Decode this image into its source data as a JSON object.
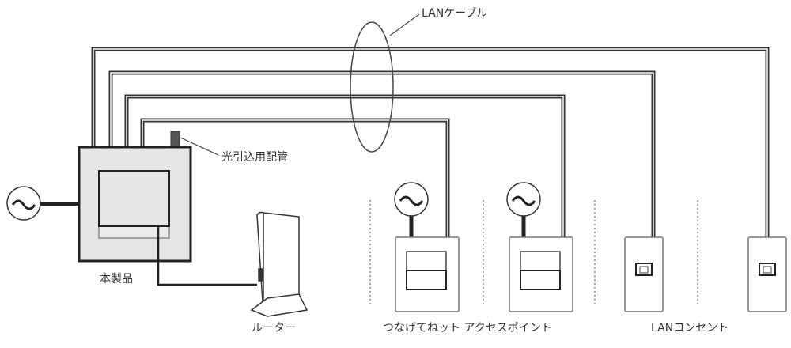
{
  "labels": {
    "lan_cable": "LANケーブル",
    "fiber_conduit": "光引込用配管",
    "this_product": "本製品",
    "router": "ルーター",
    "access_point": "つなげてねット アクセスポイント",
    "lan_outlet": "LANコンセント"
  },
  "colors": {
    "line": "#333333",
    "fill": "#e6e6e6"
  }
}
